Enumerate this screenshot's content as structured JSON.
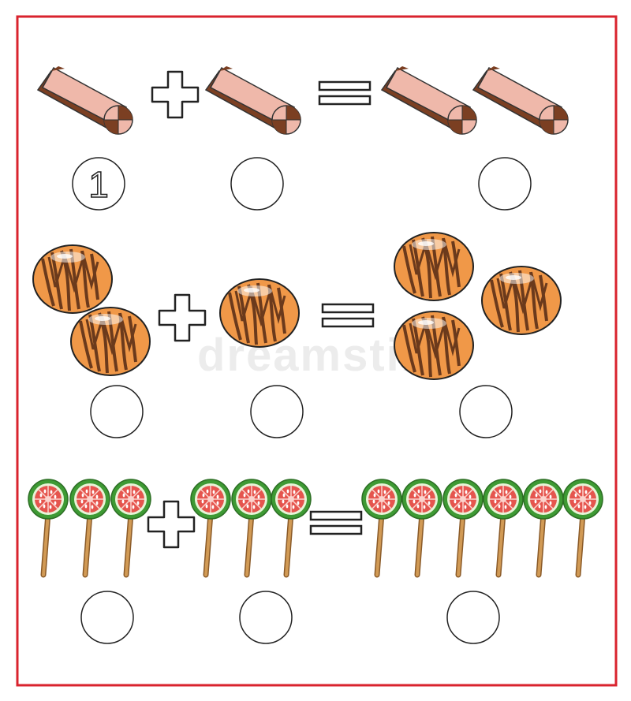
{
  "worksheet": {
    "colors": {
      "border": "#d9232e",
      "outline": "#333333",
      "sausage_light": "#efb8aa",
      "sausage_dark": "#7b3f22",
      "candy_orange": "#f09848",
      "candy_stripe": "#6b3a1c",
      "lollipop_rind": "#3e9a34",
      "lollipop_flesh": "#e5554e",
      "lollipop_stick": "#c28a4a",
      "watermark": "#ececec"
    },
    "rows": [
      {
        "item_icon": "sausage-icon",
        "left_count": 1,
        "right_count": 1,
        "sum_count": 2,
        "answers": {
          "left": "1",
          "right": "",
          "sum": ""
        }
      },
      {
        "item_icon": "round-candy-icon",
        "left_count": 2,
        "right_count": 1,
        "sum_count": 3,
        "answers": {
          "left": "",
          "right": "",
          "sum": ""
        }
      },
      {
        "item_icon": "watermelon-lollipop-icon",
        "left_count": 3,
        "right_count": 3,
        "sum_count": 6,
        "answers": {
          "left": "",
          "right": "",
          "sum": ""
        }
      }
    ],
    "operators": {
      "plus_icon": "plus-sign-icon",
      "equals_icon": "equals-sign-icon"
    },
    "watermark": {
      "text": "dreamstime"
    }
  }
}
